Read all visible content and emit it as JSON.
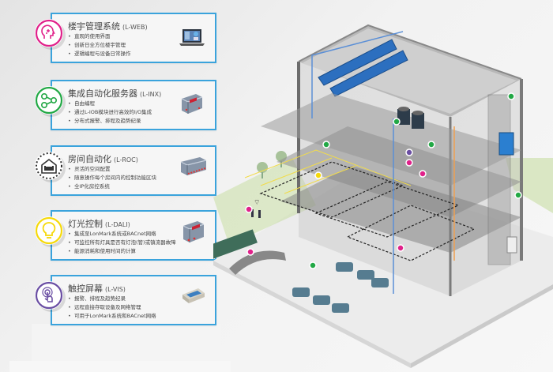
{
  "cards": [
    {
      "title": "楼宇管理系统",
      "code": "(L-WEB)",
      "icon": "head-gear-icon",
      "icon_color": "#e0218a",
      "device": "laptop-icon",
      "bullets": [
        "直观的使用界面",
        "创新日全方位楼宇管理",
        "逻辑编程与设备日常操作"
      ]
    },
    {
      "title": "集成自动化服务器",
      "code": "(L-INX)",
      "icon": "network-nodes-icon",
      "icon_color": "#22a845",
      "device": "server-module-icon",
      "bullets": [
        "自由编程",
        "通过L-IOB模块进行高效的I/O集成",
        "分布式报警、排程及趋势纪录"
      ]
    },
    {
      "title": "房间自动化",
      "code": "(L-ROC)",
      "icon": "room-sofa-icon",
      "icon_color": "#333333",
      "device": "room-controller-icon",
      "bullets": [
        "灵活的空间配置",
        "随意操作每个房间内的控制功能区块",
        "全IP化房控系统"
      ]
    },
    {
      "title": "灯光控制",
      "code": "(L-DALI)",
      "icon": "light-bulb-icon",
      "icon_color": "#f5d90a",
      "device": "dali-controller-icon",
      "bullets": [
        "集成至LonMark系统或BACnet网络",
        "可监控所有灯具是否有灯泡(管)或镇流器故障",
        "能源消耗和使用时间的计算"
      ]
    },
    {
      "title": "触控屏幕",
      "code": "(L-VIS)",
      "icon": "touch-hand-icon",
      "icon_color": "#6a4ea3",
      "device": "touch-panel-icon",
      "bullets": [
        "报警、排程及趋势纪录",
        "远程直接存取设备及网络管理",
        "可用于LonMark系统和BACnet网络"
      ]
    }
  ],
  "illustration": {
    "name": "smart-building-cutaway",
    "markers": {
      "green": "#22a845",
      "magenta": "#e0218a",
      "yellow": "#f5d90a",
      "purple": "#6a4ea3"
    },
    "pipe_colors": {
      "hvac": "#5b8fd6",
      "heating": "#f0a050",
      "lighting": "#f2dc4a"
    }
  }
}
